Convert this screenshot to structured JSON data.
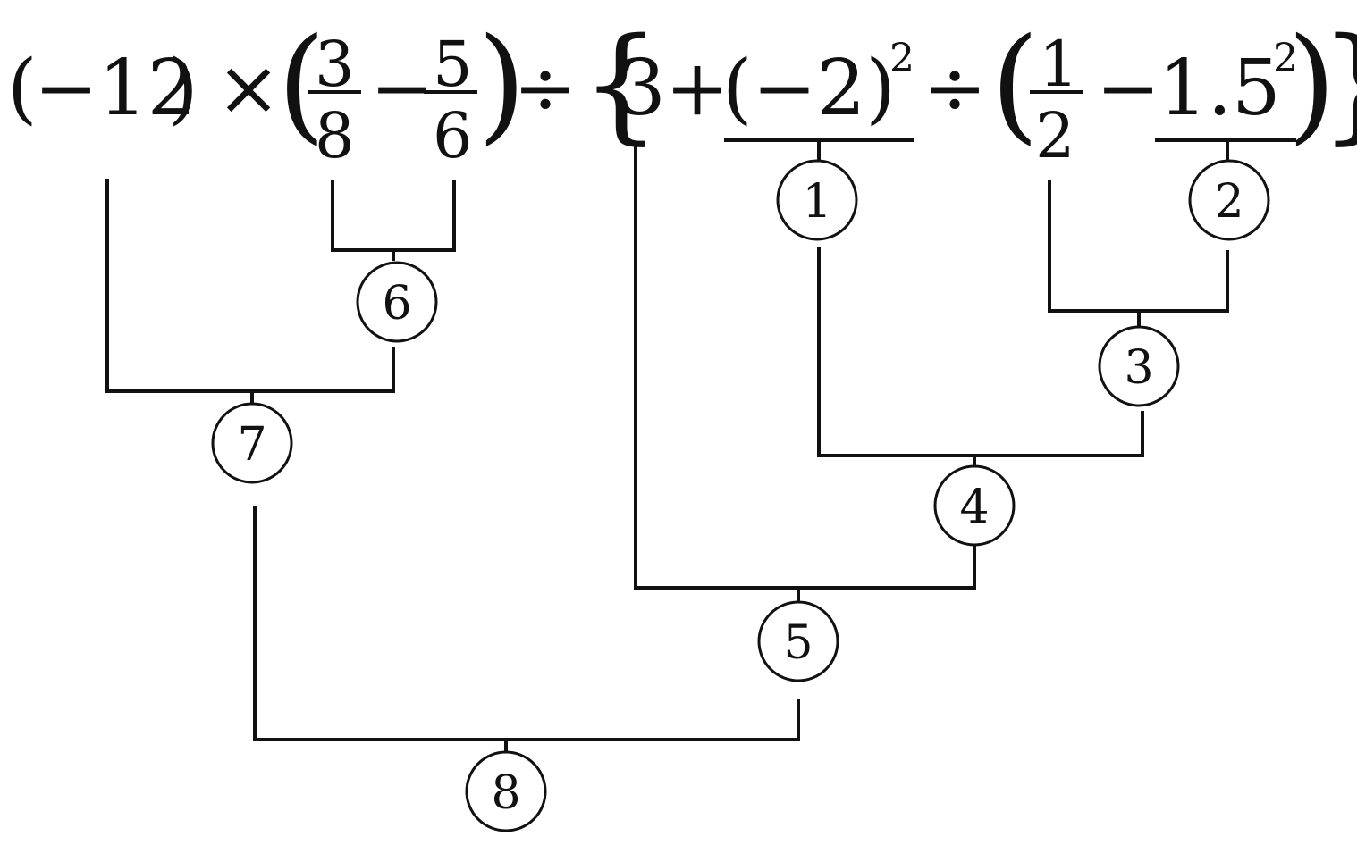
{
  "expression": {
    "paren_open": "(",
    "neg12": "−12",
    "paren_close": ")",
    "times": "×",
    "lparen_big": "(",
    "frac1_num": "3",
    "frac1_den": "8",
    "minus1": "−",
    "frac2_num": "5",
    "frac2_den": "6",
    "rparen_big": ")",
    "div1": "÷",
    "lbrace": "{",
    "three": "3",
    "plus": "+",
    "neg2": "(−2)",
    "exp1": "2",
    "div2": "÷",
    "lparen_big2": "(",
    "frac3_num": "1",
    "frac3_den": "2",
    "minus2": "−",
    "one_five": "1.5",
    "exp2": "2",
    "rparen_big2": ")",
    "rbrace": "}"
  },
  "steps": [
    "1",
    "2",
    "3",
    "4",
    "5",
    "6",
    "7",
    "8"
  ]
}
